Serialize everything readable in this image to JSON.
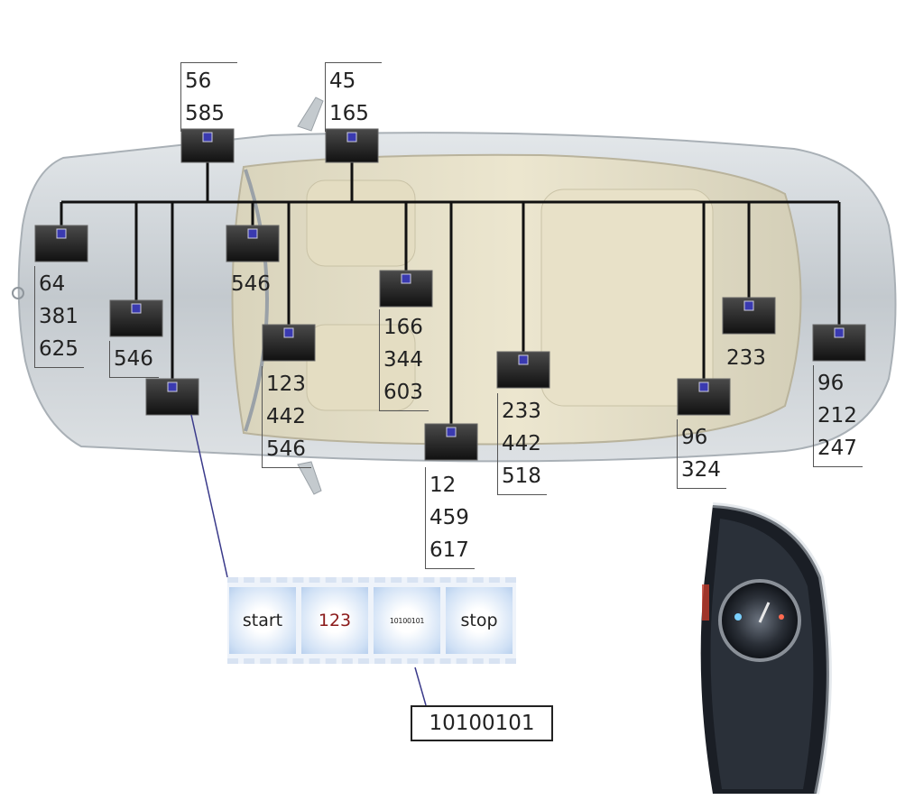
{
  "top_nodes": [
    {
      "id": "top1",
      "values": [
        "56",
        "585"
      ]
    },
    {
      "id": "top2",
      "values": [
        "45",
        "165"
      ]
    }
  ],
  "nodes": [
    {
      "id": "n1",
      "values": [
        "64",
        "381",
        "625"
      ]
    },
    {
      "id": "n2",
      "values": [
        "546"
      ]
    },
    {
      "id": "n3",
      "values": []
    },
    {
      "id": "n4",
      "values": [
        "546"
      ]
    },
    {
      "id": "n5",
      "values": [
        "123",
        "442",
        "546"
      ]
    },
    {
      "id": "n6",
      "values": [
        "166",
        "344",
        "603"
      ]
    },
    {
      "id": "n7",
      "values": [
        "12",
        "459",
        "617"
      ]
    },
    {
      "id": "n8",
      "values": [
        "233",
        "442",
        "518"
      ]
    },
    {
      "id": "n9",
      "values": [
        "96",
        "324"
      ]
    },
    {
      "id": "n10",
      "values": [
        "233"
      ]
    },
    {
      "id": "n11",
      "values": [
        "96",
        "212",
        "247"
      ]
    }
  ],
  "filmstrip": {
    "frames": [
      "start",
      "123",
      "10100101",
      "stop"
    ]
  },
  "output_value": "10100101",
  "colors": {
    "bus_line": "#111111",
    "link_line": "#3a3a8a",
    "node_dot": "#3a3ab0",
    "car_body": "#c9cfd4",
    "cabin": "#e6dfc6",
    "frame_red": "#8b1a1a"
  }
}
